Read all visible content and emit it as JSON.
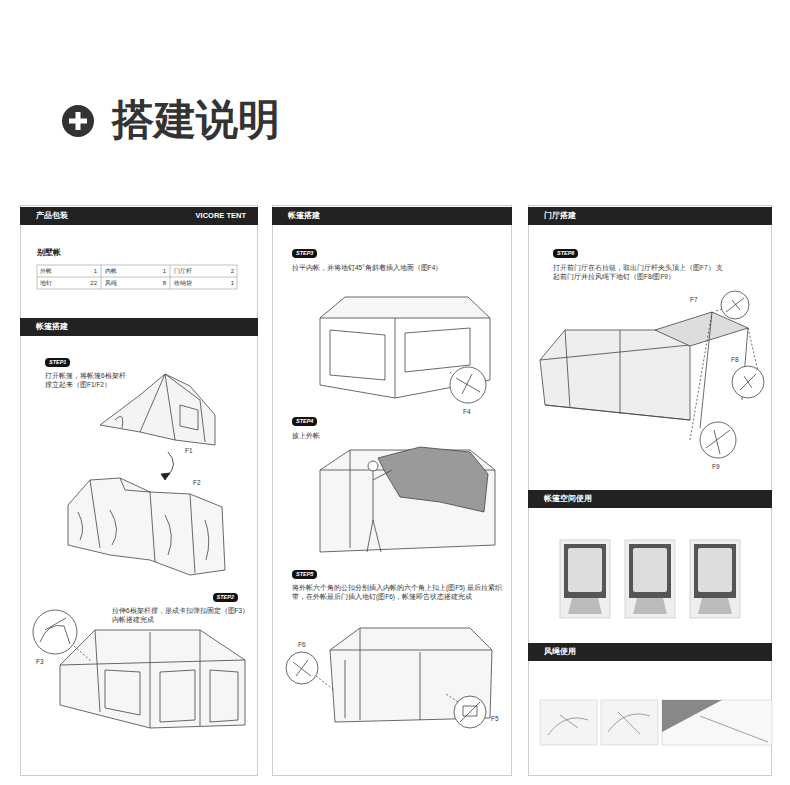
{
  "diagram": {
    "title": "搭建说明",
    "nodes": [
      {
        "text": [
          "产品包装",
          "VICORE TENT"
        ]
      },
      {
        "text": [
          "帐篷搭建"
        ]
      },
      {
        "text": [
          "STEP1"
        ]
      },
      {
        "text": [
          "STEP2"
        ]
      },
      {
        "text": [
          "帐篷搭建"
        ]
      },
      {
        "text": [
          "STEP3"
        ]
      },
      {
        "text": [
          "STEP4"
        ]
      },
      {
        "text": [
          "STEP5"
        ]
      },
      {
        "text": [
          "门厅搭建"
        ]
      },
      {
        "text": [
          "STEP6"
        ]
      },
      {
        "text": [
          "帐篷空间使用"
        ]
      },
      {
        "text": [
          "风绳使用"
        ]
      }
    ],
    "labels": [
      "别墅帐",
      "外帐",
      "1",
      "内帐",
      "1",
      "门厅杆",
      "2",
      "地钉",
      "22",
      "风绳",
      "8",
      "收纳袋",
      "1",
      "打开帐篷，将帐篷6根架杆撑立起来（图F1/F2）",
      "F1",
      "F2",
      "拉伸6根架杆撑，形成卡扣弹扣固定（图F3） 内帐搭建完成",
      "F3",
      "拉平内帐，并将地钉45°角斜着插入地面（图F4）",
      "F4",
      "披上外帐",
      "将外帐六个角的公扣分别插入内帐的六个角上扣上(图F5) 最后拉紧织带，在外帐最后门插入地钉(图F6)，帐篷即告状态搭建完成",
      "F6",
      "F5",
      "打开前门厅在右拉链，取出门厅杆夹头顶上（图F7） 支起前门厅并拉风绳下地钉（图F8/图F9）",
      "F7",
      "F8",
      "F9"
    ]
  }
}
